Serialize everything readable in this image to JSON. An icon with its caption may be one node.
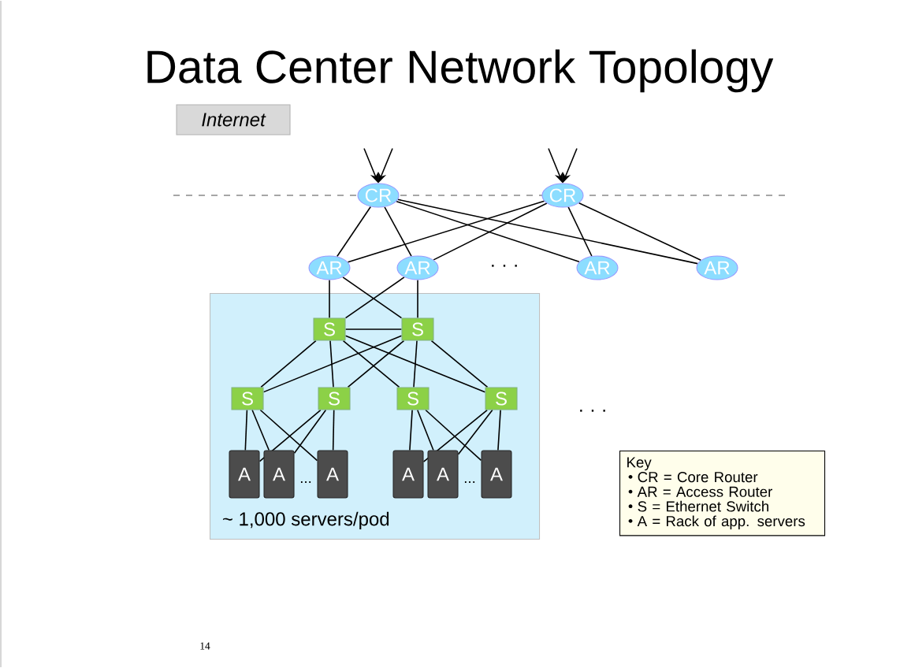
{
  "diagram": {
    "title": "Data Center Network Topology",
    "nodes": [
      {
        "text": [
          "Internet"
        ]
      },
      {
        "text": [
          "CR"
        ]
      },
      {
        "text": [
          "CR"
        ]
      },
      {
        "text": [
          "AR"
        ]
      },
      {
        "text": [
          "AR"
        ]
      },
      {
        "text": [
          "AR"
        ]
      },
      {
        "text": [
          "AR"
        ]
      },
      {
        "text": [
          "~ 1,000 servers/pod"
        ]
      },
      {
        "text": [
          "S"
        ],
        "in": 7
      },
      {
        "text": [
          "S"
        ],
        "in": 7
      },
      {
        "text": [
          "S"
        ],
        "in": 7
      },
      {
        "text": [
          "S"
        ],
        "in": 7
      },
      {
        "text": [
          "S"
        ],
        "in": 7
      },
      {
        "text": [
          "S"
        ],
        "in": 7
      },
      {
        "text": [
          "A"
        ],
        "in": 7
      },
      {
        "text": [
          "A"
        ],
        "in": 7
      },
      {
        "text": [
          "A"
        ],
        "in": 7
      },
      {
        "text": [
          "A"
        ],
        "in": 7
      },
      {
        "text": [
          "A"
        ],
        "in": 7
      },
      {
        "text": [
          "A"
        ],
        "in": 7
      },
      {
        "text": [
          "Key",
          "CR = Core Router",
          "AR = Access Router",
          "S = Ethernet Switch",
          "A = Rack of app. servers"
        ]
      }
    ],
    "edges": [
      {
        "from": null,
        "to": 1,
        "arrow": "to"
      },
      {
        "from": null,
        "to": 1,
        "arrow": "to"
      },
      {
        "from": null,
        "to": 2,
        "arrow": "to"
      },
      {
        "from": null,
        "to": 2,
        "arrow": "to"
      },
      {
        "from": 1,
        "to": 3,
        "arrow": "none"
      },
      {
        "from": 1,
        "to": 4,
        "arrow": "none"
      },
      {
        "from": 1,
        "to": 5,
        "arrow": "none"
      },
      {
        "from": 1,
        "to": 6,
        "arrow": "none"
      },
      {
        "from": 2,
        "to": 3,
        "arrow": "none"
      },
      {
        "from": 2,
        "to": 4,
        "arrow": "none"
      },
      {
        "from": 2,
        "to": 5,
        "arrow": "none"
      },
      {
        "from": 2,
        "to": 6,
        "arrow": "none"
      },
      {
        "from": 3,
        "to": 8,
        "arrow": "none"
      },
      {
        "from": 3,
        "to": 9,
        "arrow": "none"
      },
      {
        "from": 4,
        "to": 8,
        "arrow": "none"
      },
      {
        "from": 4,
        "to": 9,
        "arrow": "none"
      },
      {
        "from": 8,
        "to": 9,
        "arrow": "none"
      },
      {
        "from": 8,
        "to": 10,
        "arrow": "none"
      },
      {
        "from": 8,
        "to": 11,
        "arrow": "none"
      },
      {
        "from": 8,
        "to": 12,
        "arrow": "none"
      },
      {
        "from": 8,
        "to": 13,
        "arrow": "none"
      },
      {
        "from": 9,
        "to": 10,
        "arrow": "none"
      },
      {
        "from": 9,
        "to": 11,
        "arrow": "none"
      },
      {
        "from": 9,
        "to": 12,
        "arrow": "none"
      },
      {
        "from": 9,
        "to": 13,
        "arrow": "none"
      },
      {
        "from": 10,
        "to": 14,
        "arrow": "none"
      },
      {
        "from": 10,
        "to": 15,
        "arrow": "none"
      },
      {
        "from": 10,
        "to": 16,
        "arrow": "none"
      },
      {
        "from": 11,
        "to": 14,
        "arrow": "none"
      },
      {
        "from": 11,
        "to": 15,
        "arrow": "none"
      },
      {
        "from": 11,
        "to": 16,
        "arrow": "none"
      },
      {
        "from": 12,
        "to": 17,
        "arrow": "none"
      },
      {
        "from": 12,
        "to": 18,
        "arrow": "none"
      },
      {
        "from": 12,
        "to": 19,
        "arrow": "none"
      },
      {
        "from": 13,
        "to": 17,
        "arrow": "none"
      },
      {
        "from": 13,
        "to": 18,
        "arrow": "none"
      },
      {
        "from": 13,
        "to": 19,
        "arrow": "none"
      }
    ],
    "labels": [
      "· · ·",
      "· · ·",
      "...",
      "...",
      "14"
    ]
  }
}
